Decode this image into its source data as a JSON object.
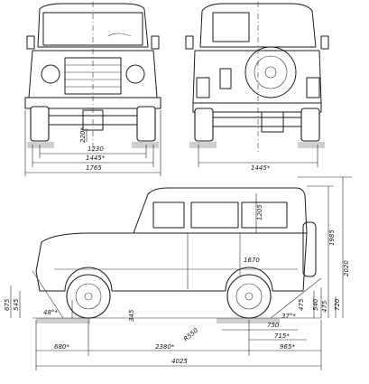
{
  "drawing": {
    "front_view": {
      "track": "1230",
      "wheel_track": "1445*",
      "overall_width": "1765",
      "ground_clearance": "220*"
    },
    "rear_view": {
      "wheel_track": "1445*"
    },
    "side_view": {
      "overall_length": "4025",
      "wheelbase": "2380*",
      "front_overhang": "680*",
      "rear_overhang": "965*",
      "rear_to_axle": "715*",
      "overall_height": "2020",
      "roof_height": "1985",
      "door_height": "1205",
      "interior_length": "1670",
      "approach_angle": "48°*",
      "departure_angle": "37°*",
      "turning_radius": "R550",
      "front_heights": [
        "675",
        "545"
      ],
      "front_clearance": "345",
      "rear_heights": [
        "540",
        "475",
        "720"
      ],
      "rear_clearance": "475",
      "rear_clearance_2": "750"
    }
  }
}
